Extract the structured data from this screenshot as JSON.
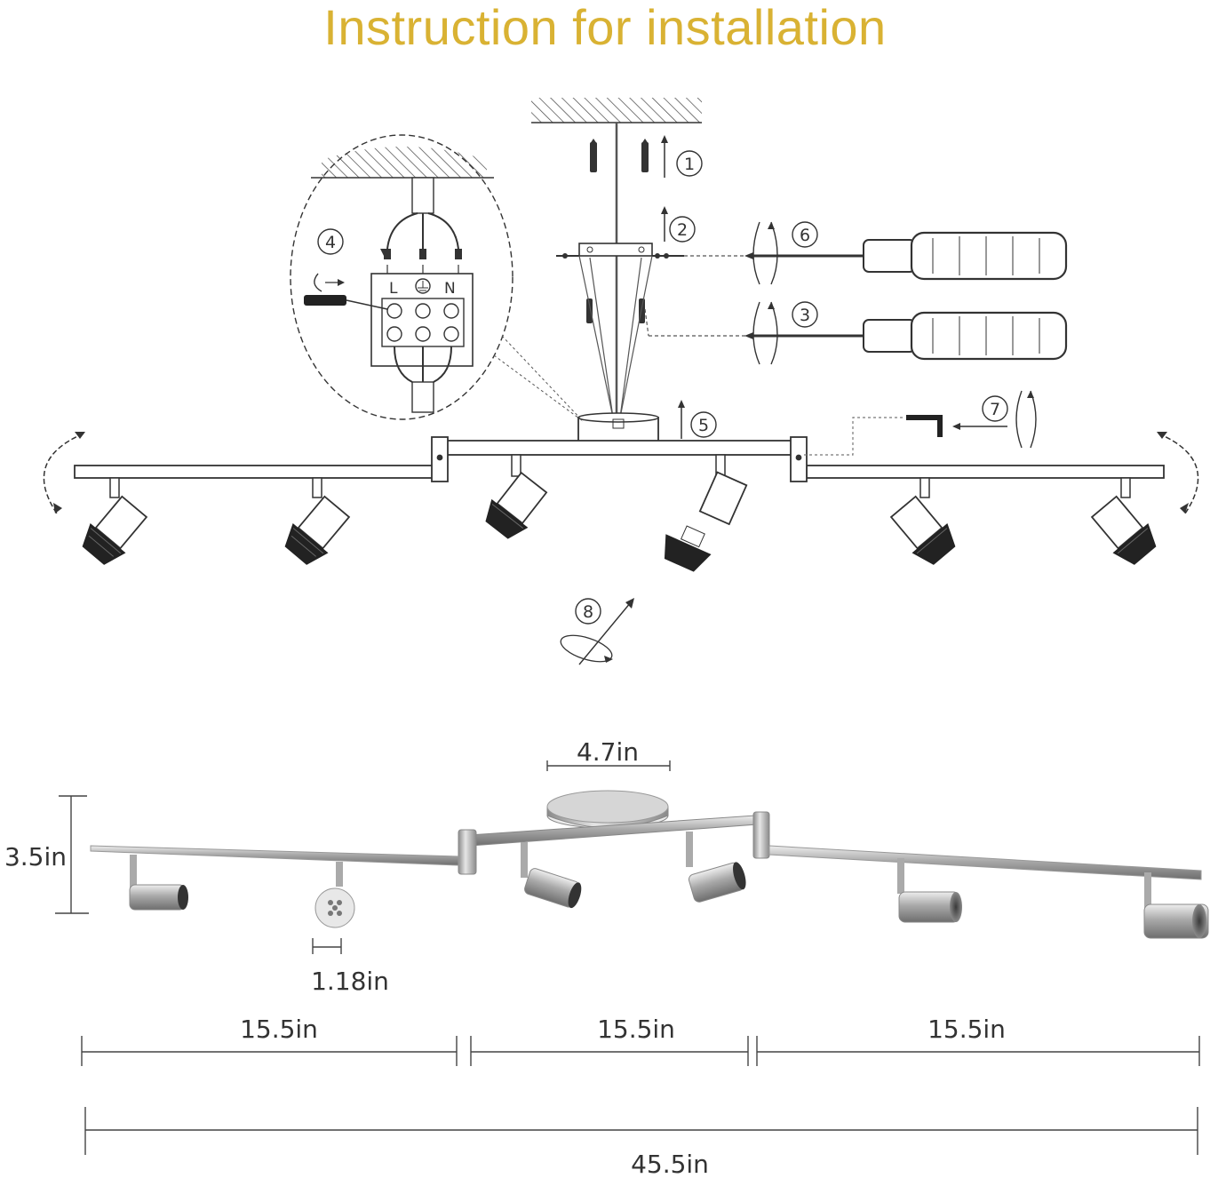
{
  "title": "Instruction for installation",
  "colors": {
    "title": "#d9b233",
    "line": "#333333",
    "metal": "#b9b9b9"
  },
  "steps": [
    "1",
    "2",
    "3",
    "4",
    "5",
    "6",
    "7",
    "8"
  ],
  "terminal_labels": {
    "live": "L",
    "neutral": "N",
    "earth_icon": "earth-ground-icon"
  },
  "dimensions": {
    "base_diameter": "4.7in",
    "height": "3.5in",
    "head_diameter": "1.18in",
    "arm_left": "15.5in",
    "arm_center": "15.5in",
    "arm_right": "15.5in",
    "total_length": "45.5in"
  }
}
